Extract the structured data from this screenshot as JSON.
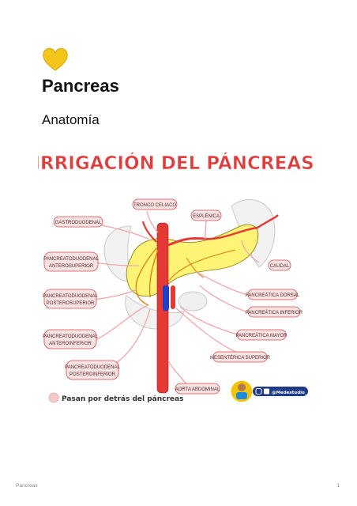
{
  "page": {
    "heart_icon": "yellow-heart-icon",
    "title": "Pancreas",
    "subtitle": "Anatomía",
    "footer_left": "Pancreas",
    "footer_right": "1"
  },
  "figure": {
    "heading": "IRRIGACIÓN DEL PÁNCREAS",
    "labels": {
      "tronco_celiaco": "TRONCO CELIACO",
      "esplenica": "ESPLÉNICA",
      "gastroduodenal": "GASTRODUODENAL",
      "pd_anterosuperior_1": "PANCREATODUODENAL",
      "pd_anterosuperior_2": "ANTEROSUPERIOR",
      "caudal": "CAUDAL",
      "pd_posterosuperior_1": "PANCREATODUODENAL",
      "pd_posterosuperior_2": "POSTEROSUPERIOR",
      "pancreatica_dorsal": "PANCREÁTICA DORSAL",
      "pancreatica_inferior": "PANCREÁTICA INFERIOR",
      "pd_anteroinferior_1": "PANCREATODUODENAL",
      "pd_anteroinferior_2": "ANTEROINFERIOR",
      "pancreatica_mayor": "PANCREÁTICA MAYOR",
      "mesenterica_superior": "MESENTÉRICA SUPERIOR",
      "pd_posteroinferior_1": "PANCREATODUODENAL",
      "pd_posteroinferior_2": "POSTEROINFERIOR",
      "aorta_abdominal": "AORTA ABDOMINAL"
    },
    "legend": "Pasan por detrás del páncreas",
    "social_handle": "@Medestudio_",
    "colors": {
      "heading": "#e23b3b",
      "artery": "#e53935",
      "vein": "#1e40c8",
      "pancreas": "#fff475",
      "label_fill": "#fbe3e3",
      "label_border": "#d94a4a"
    }
  }
}
